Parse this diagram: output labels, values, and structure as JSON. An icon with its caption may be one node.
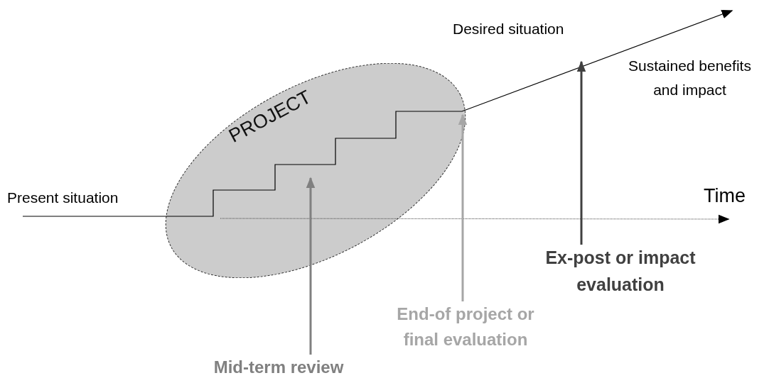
{
  "diagram": {
    "nodes": [
      {
        "text": [
          "PROJECT"
        ]
      },
      {
        "text": [
          "Mid-term review"
        ]
      },
      {
        "text": [
          "End-of project or final evaluation"
        ]
      },
      {
        "text": [
          "Ex-post or impact evaluation"
        ]
      }
    ],
    "edges": [
      {
        "from": 1,
        "to": 0,
        "arrow": "to",
        "color": "#808080"
      },
      {
        "from": 2,
        "to": 0,
        "arrow": "to",
        "color": "#a6a6a6"
      },
      {
        "from": 3,
        "to": null,
        "arrow": "to",
        "color": "#404040"
      }
    ],
    "labels": [
      "Desired situation",
      "Sustained benefits and impact",
      "Present situation",
      "Time"
    ]
  }
}
